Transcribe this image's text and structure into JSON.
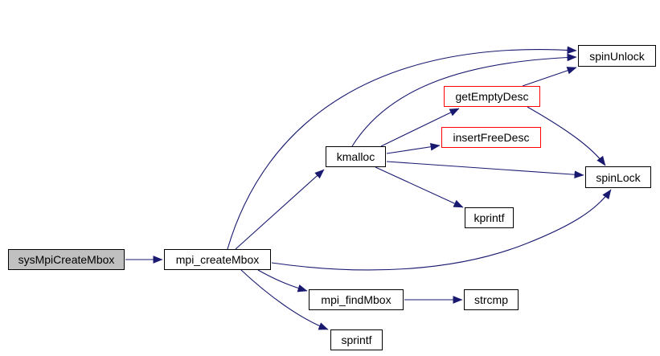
{
  "diagram": {
    "kind": "call-graph",
    "colors": {
      "background": "#ffffff",
      "edge": "#191970",
      "node_border": "#000000",
      "node_fill": "#ffffff",
      "root_node_fill": "#c0c0c0",
      "truncated_node_border": "#ff0000",
      "text": "#000000"
    },
    "nodes": [
      {
        "label": "sysMpiCreateMbox",
        "style": "root"
      },
      {
        "label": "mpi_createMbox",
        "style": "normal"
      },
      {
        "label": "kmalloc",
        "style": "normal"
      },
      {
        "label": "getEmptyDesc",
        "style": "truncated"
      },
      {
        "label": "insertFreeDesc",
        "style": "truncated"
      },
      {
        "label": "spinUnlock",
        "style": "normal"
      },
      {
        "label": "spinLock",
        "style": "normal"
      },
      {
        "label": "kprintf",
        "style": "normal"
      },
      {
        "label": "mpi_findMbox",
        "style": "normal"
      },
      {
        "label": "strcmp",
        "style": "normal"
      },
      {
        "label": "sprintf",
        "style": "normal"
      }
    ],
    "edges": [
      {
        "from": "sysMpiCreateMbox",
        "to": "mpi_createMbox"
      },
      {
        "from": "mpi_createMbox",
        "to": "kmalloc"
      },
      {
        "from": "mpi_createMbox",
        "to": "spinUnlock"
      },
      {
        "from": "mpi_createMbox",
        "to": "spinLock"
      },
      {
        "from": "mpi_createMbox",
        "to": "mpi_findMbox"
      },
      {
        "from": "mpi_createMbox",
        "to": "sprintf"
      },
      {
        "from": "kmalloc",
        "to": "getEmptyDesc"
      },
      {
        "from": "kmalloc",
        "to": "insertFreeDesc"
      },
      {
        "from": "kmalloc",
        "to": "spinUnlock"
      },
      {
        "from": "kmalloc",
        "to": "spinLock"
      },
      {
        "from": "kmalloc",
        "to": "kprintf"
      },
      {
        "from": "getEmptyDesc",
        "to": "spinUnlock"
      },
      {
        "from": "getEmptyDesc",
        "to": "spinLock"
      },
      {
        "from": "mpi_findMbox",
        "to": "strcmp"
      }
    ]
  }
}
